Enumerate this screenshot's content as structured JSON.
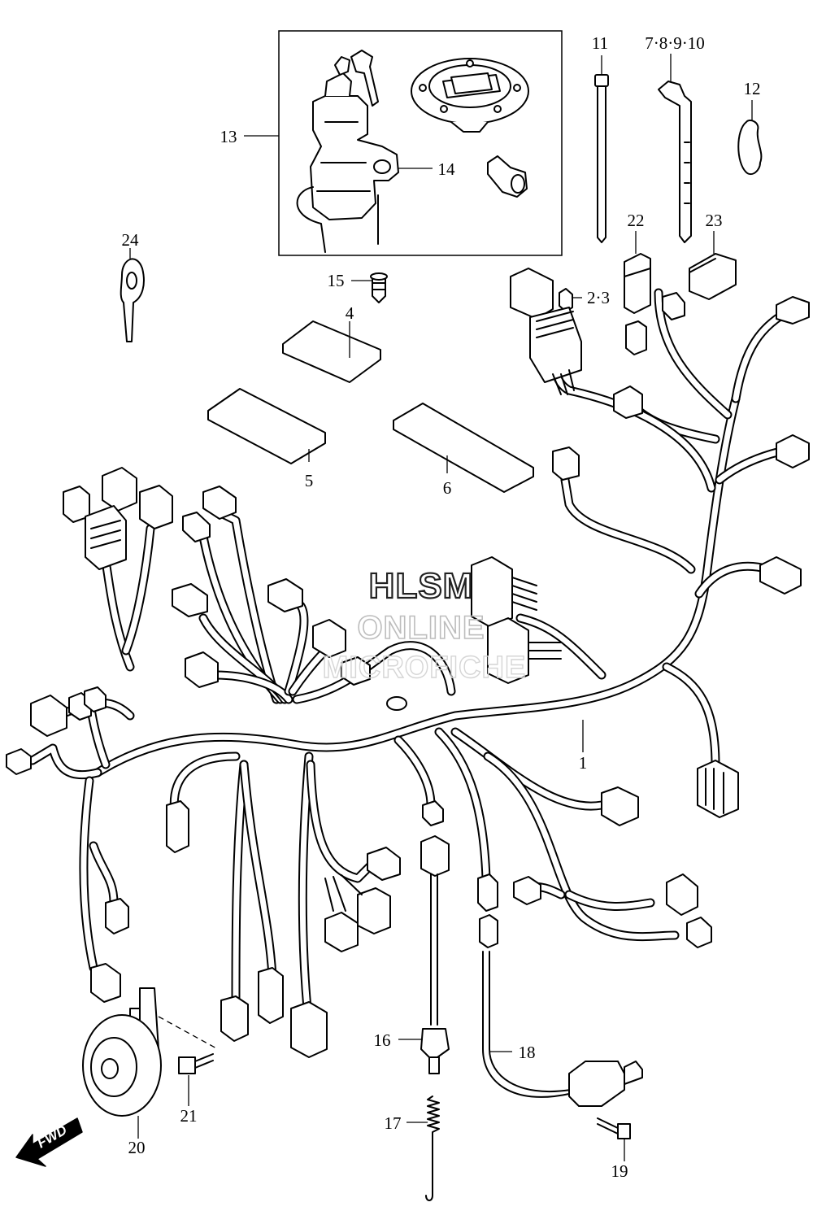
{
  "callouts": {
    "c1": "1",
    "c2_3": "2·3",
    "c4": "4",
    "c5": "5",
    "c6": "6",
    "c7_10": "7·8·9·10",
    "c11": "11",
    "c12": "12",
    "c13": "13",
    "c14": "14",
    "c15": "15",
    "c16": "16",
    "c17": "17",
    "c18": "18",
    "c19": "19",
    "c20": "20",
    "c21": "21",
    "c22": "22",
    "c23": "23",
    "c24": "24"
  },
  "watermark": {
    "line1": "HLSM",
    "line2": "ONLINE",
    "line3": "MICROFICHE"
  },
  "fwd_arrow": {
    "label": "FWD"
  },
  "colors": {
    "line": "#000000",
    "background": "#ffffff",
    "watermark_faint": "#bdbdbd"
  }
}
